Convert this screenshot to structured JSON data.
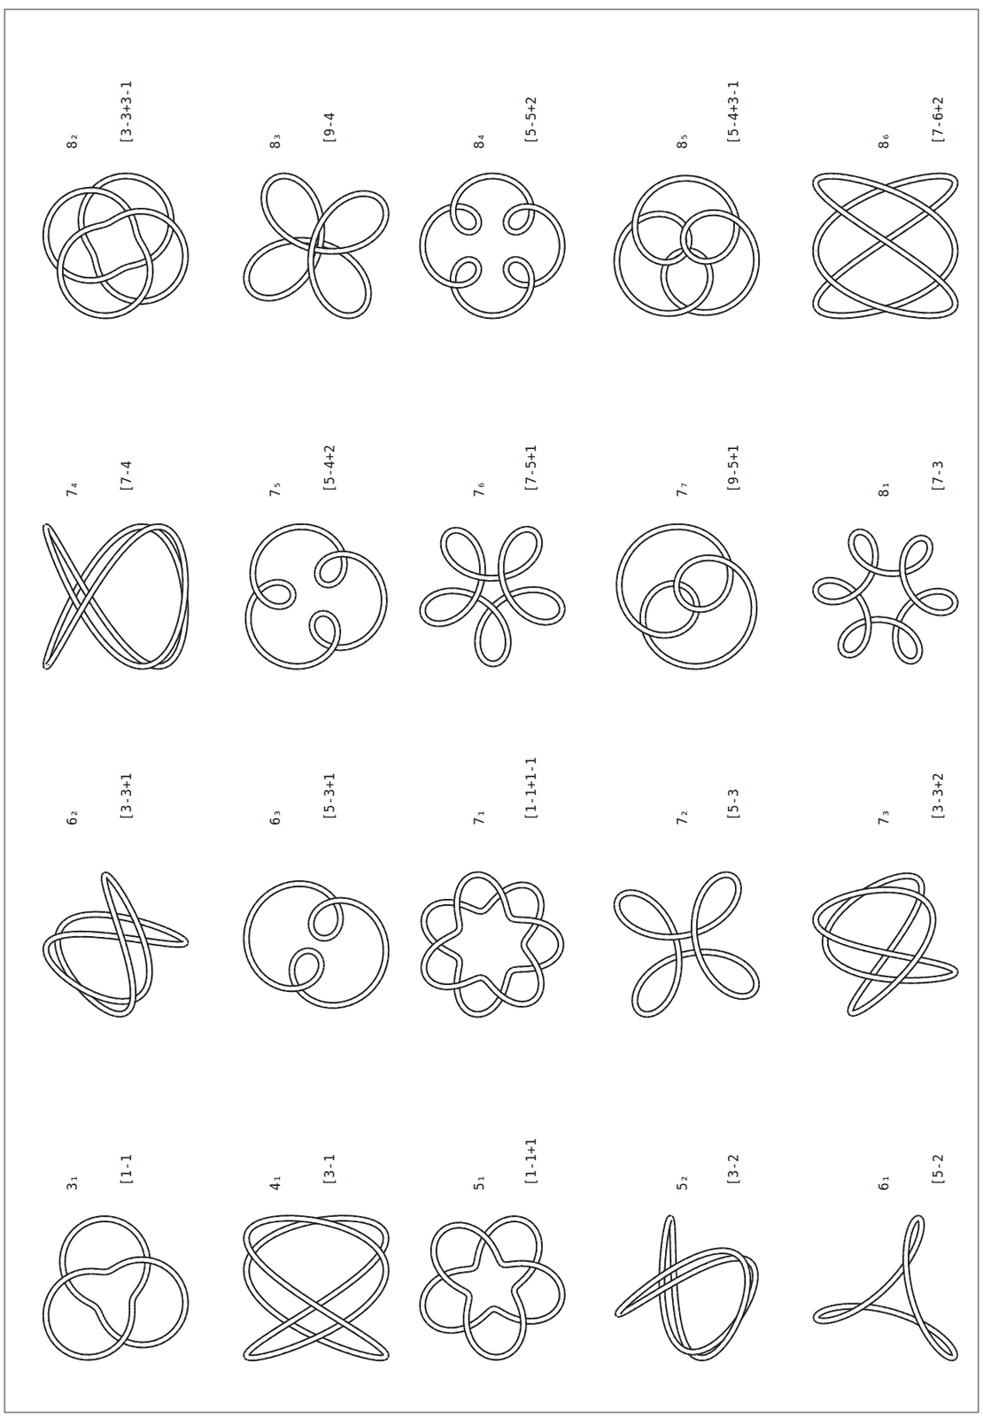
{
  "diagram": {
    "labels": [
      "3₁",
      "[1-1",
      "4₁",
      "[3-1",
      "5₁",
      "[1-1+1",
      "5₂",
      "[3-2",
      "6₁",
      "[5-2",
      "6₂",
      "[3-3+1",
      "6₃",
      "[5-3+1",
      "7₁",
      "[1-1+1-1",
      "7₂",
      "[5-3",
      "7₃",
      "[3-3+2",
      "7₄",
      "[7-4",
      "7₅",
      "[5-4+2",
      "7₆",
      "[7-5+1",
      "7₇",
      "[9-5+1",
      "8₁",
      "[7-3",
      "8₂",
      "[3-3+3-1",
      "8₃",
      "[9-4",
      "8₄",
      "[5-5+2",
      "8₅",
      "[5-4+3-1",
      "8₆",
      "[7-6+2"
    ]
  }
}
